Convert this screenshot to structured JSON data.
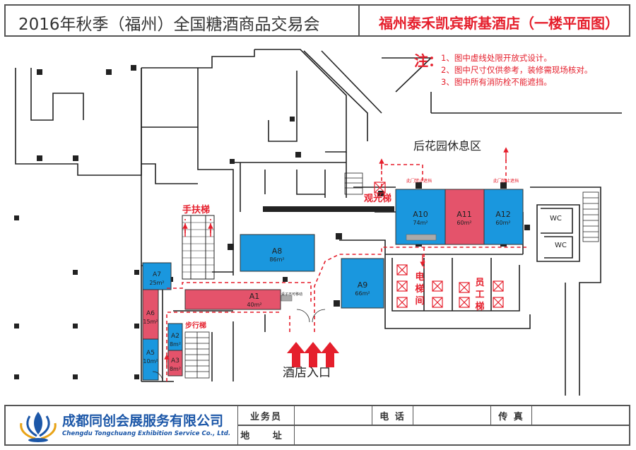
{
  "header": {
    "event_title": "2016年秋季（福州）全国糖酒商品交易会",
    "venue_title": "福州泰禾凯宾斯基酒店（一楼平面图）"
  },
  "notes": {
    "label": "注：",
    "items": [
      "1、图中虚线处限开放式设计。",
      "2、图中尺寸仅供参考，装修需现场核对。",
      "3、图中所有消防栓不能遮挡。"
    ]
  },
  "areas": {
    "garden": "后花园休息区",
    "entrance": "酒店入口",
    "escalator": "手扶梯",
    "sightseeing_lift": "观光梯",
    "stairs": "步行梯",
    "elevator_hall": "电梯间",
    "staff_lift": "员工梯",
    "wc1": "WC",
    "wc2": "WC",
    "door_note_1": "此门禁止遮挡",
    "door_note_2": "此门禁止遮挡",
    "table_note": "桌子不可移动"
  },
  "booths": [
    {
      "id": "A1",
      "area": "40m²",
      "color": "#e4536b"
    },
    {
      "id": "A2",
      "area": "8m²",
      "color": "#1a97de"
    },
    {
      "id": "A3",
      "area": "8m²",
      "color": "#e4536b"
    },
    {
      "id": "A5",
      "area": "10m²",
      "color": "#1a97de"
    },
    {
      "id": "A6",
      "area": "15m²",
      "color": "#e4536b"
    },
    {
      "id": "A7",
      "area": "25m²",
      "color": "#1a97de"
    },
    {
      "id": "A8",
      "area": "86m²",
      "color": "#1a97de"
    },
    {
      "id": "A9",
      "area": "66m²",
      "color": "#1a97de"
    },
    {
      "id": "A10",
      "area": "74m²",
      "color": "#1a97de"
    },
    {
      "id": "A11",
      "area": "60m²",
      "color": "#e4536b"
    },
    {
      "id": "A12",
      "area": "60m²",
      "color": "#1a97de"
    }
  ],
  "footer": {
    "company_cn": "成都同创会展服务有限公司",
    "company_en": "Chengdu Tongchuang Exhibition Service Co., Ltd.",
    "salesperson": "业务员",
    "phone": "电 话",
    "fax": "传 真",
    "address": "地 址"
  },
  "colors": {
    "accent_red": "#e51f2c",
    "booth_blue": "#1a97de",
    "booth_pink": "#e4536b",
    "brand_blue": "#1c57a8"
  }
}
